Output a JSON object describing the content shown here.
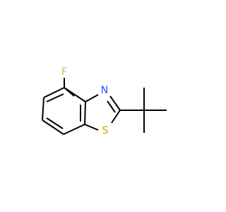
{
  "molecule": {
    "atoms": {
      "fluorine": {
        "label": "F",
        "color": "#90e050"
      },
      "nitrogen": {
        "label": "N",
        "color": "#3050f8"
      },
      "sulfur": {
        "label": "S",
        "color": "#c8a800"
      }
    },
    "bond_color": "#000000"
  }
}
